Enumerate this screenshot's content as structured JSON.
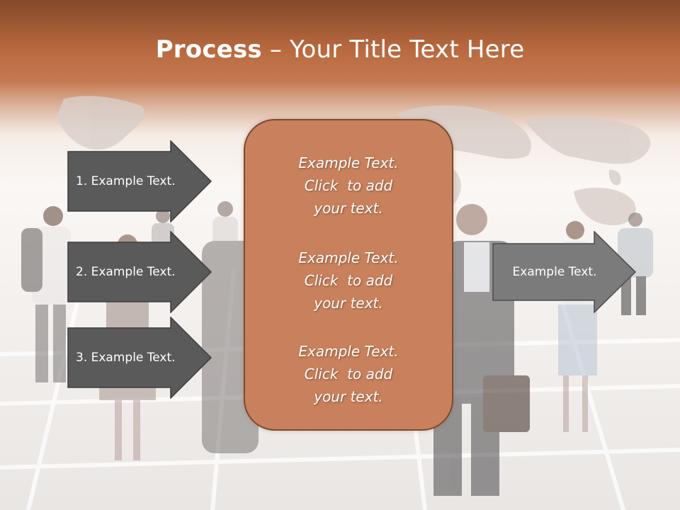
{
  "slide": {
    "title_bold": "Process",
    "title_rest": " – Your Title Text Here"
  },
  "left_arrows": [
    {
      "label": "1. Example Text."
    },
    {
      "label": "2. Example Text."
    },
    {
      "label": "3. Example Text."
    }
  ],
  "center_box": {
    "items": [
      {
        "line1": "Example Text.",
        "line2": "Click  to add",
        "line3": "your text."
      },
      {
        "line1": "Example Text.",
        "line2": "Click  to add",
        "line3": "your text."
      },
      {
        "line1": "Example Text.",
        "line2": "Click  to add",
        "line3": "your text."
      }
    ]
  },
  "right_arrow": {
    "label": "Example Text."
  },
  "colors": {
    "header_brown": "#b9693f",
    "arrow_dark": "#5a5a5a",
    "arrow_light": "#7b7b7b",
    "box_fill": "#c8815c",
    "box_border": "#7d4a2f"
  }
}
